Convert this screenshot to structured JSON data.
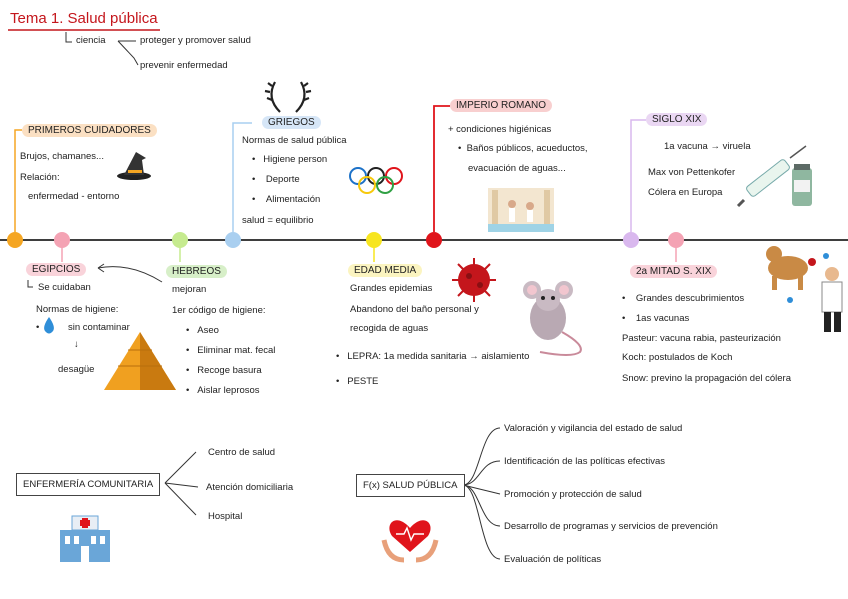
{
  "header": {
    "title": "Tema 1. Salud pública",
    "ciencia": "ciencia",
    "items": [
      "proteger y promover salud",
      "prevenir enfermedad"
    ]
  },
  "sections": {
    "primeros": {
      "heading": "PRIMEROS CUIDADORES",
      "lines": [
        "Brujos, chamanes...",
        "Relación:",
        "enfermedad - entorno"
      ]
    },
    "griegos": {
      "heading": "GRIEGOS",
      "intro": "Normas de salud pública",
      "bullets": [
        "Higiene person",
        "Deporte",
        "Alimentación"
      ],
      "footer": "salud = equilibrio"
    },
    "romano": {
      "heading": "IMPERIO ROMANO",
      "line1": "+ condiciones higiénicas",
      "bullet": "Baños públicos, acueductos,",
      "bullet_cont": "evacuación de aguas..."
    },
    "siglo19": {
      "heading": "SIGLO XIX",
      "lines": [
        "1a vacuna → viruela",
        "Max von Pettenkofer",
        "Cólera en Europa"
      ]
    },
    "egipcios": {
      "heading": "EGIPCIOS",
      "line1": "Se cuidaban",
      "line2": "Normas de higiene:",
      "bullet": "sin contaminar",
      "arrow": "↓",
      "line3": "desagüe"
    },
    "hebreos": {
      "heading": "HEBREOS",
      "line1": "mejoran",
      "line2": "1er código de higiene:",
      "bullets": [
        "Aseo",
        "Eliminar mat. fecal",
        "Recoge basura",
        "Aislar leprosos"
      ]
    },
    "edad_media": {
      "heading": "EDAD MEDIA",
      "lines": [
        "Grandes epidemias",
        "Abandono del baño personal y",
        "recogida de aguas"
      ],
      "bullets": [
        "LEPRA: 1a medida sanitaria → aislamiento",
        "PESTE"
      ]
    },
    "mitad19": {
      "heading": "2a MITAD S. XIX",
      "bullets": [
        "Grandes descubrimientos",
        "1as vacunas"
      ],
      "lines": [
        "Pasteur: vacuna rabia, pasteurización",
        "Koch: postulados de Koch",
        "Snow: previno la propagación del cólera"
      ]
    }
  },
  "comunitaria": {
    "label": "ENFERMERÍA COMUNITARIA",
    "items": [
      "Centro de salud",
      "Atención domiciliaria",
      "Hospital"
    ]
  },
  "fx": {
    "label": "F(x) SALUD PÚBLICA",
    "items": [
      "Valoración y vigilancia del estado de salud",
      "Identificación de las políticas efectivas",
      "Promoción y protección de salud",
      "Desarrollo de programas y servicios de prevención",
      "Evaluación de políticas"
    ]
  },
  "colors": {
    "title": "#c4161c",
    "timeline": "#222222",
    "orange": "#f5a623",
    "blue": "#a9cff0",
    "red": "#e0141b",
    "purple": "#d9b8ee",
    "pink": "#f4a3b4",
    "green": "#c6eb8f",
    "yellow": "#f7e51f"
  },
  "icons": [
    "witch-hat-icon",
    "laurel-wreath-icon",
    "olympic-rings-icon",
    "roman-baths-icon",
    "syringe-icon",
    "water-drop-icon",
    "pyramid-icon",
    "virus-icon",
    "rat-icon",
    "doctor-dog-icon",
    "hospital-icon",
    "heart-hands-icon"
  ]
}
